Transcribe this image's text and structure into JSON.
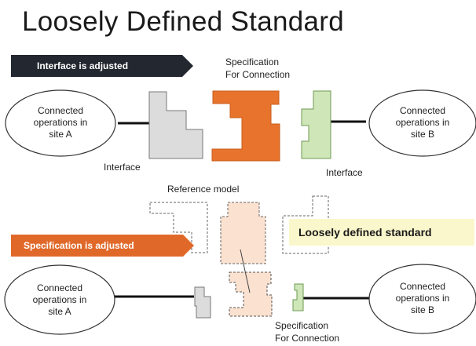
{
  "title": "Loosely Defined Standard",
  "top": {
    "banner": "Interface is adjusted",
    "spec_label_line1": "Specification",
    "spec_label_line2": "For Connection",
    "left_ellipse": "Connected\noperations in\nsite A",
    "right_ellipse": "Connected\noperations in\nsite B",
    "left_interface": "Interface",
    "right_interface": "Interface"
  },
  "middle": {
    "reference_model": "Reference model",
    "loosely_defined_standard": "Loosely defined standard"
  },
  "bottom": {
    "banner": "Specification is adjusted",
    "left_ellipse": "Connected\noperations in\nsite A",
    "right_ellipse": "Connected\noperations in\nsite B",
    "spec_label_line1": "Specification",
    "spec_label_line2": "For Connection"
  },
  "colors": {
    "dark_banner": "#23272f",
    "orange": "#e8732c",
    "gray_shape": "#dcdcdc",
    "green_shape": "#cfe6b8",
    "peach_shape": "#fbe1cf",
    "highlight": "#fbf7cc"
  }
}
